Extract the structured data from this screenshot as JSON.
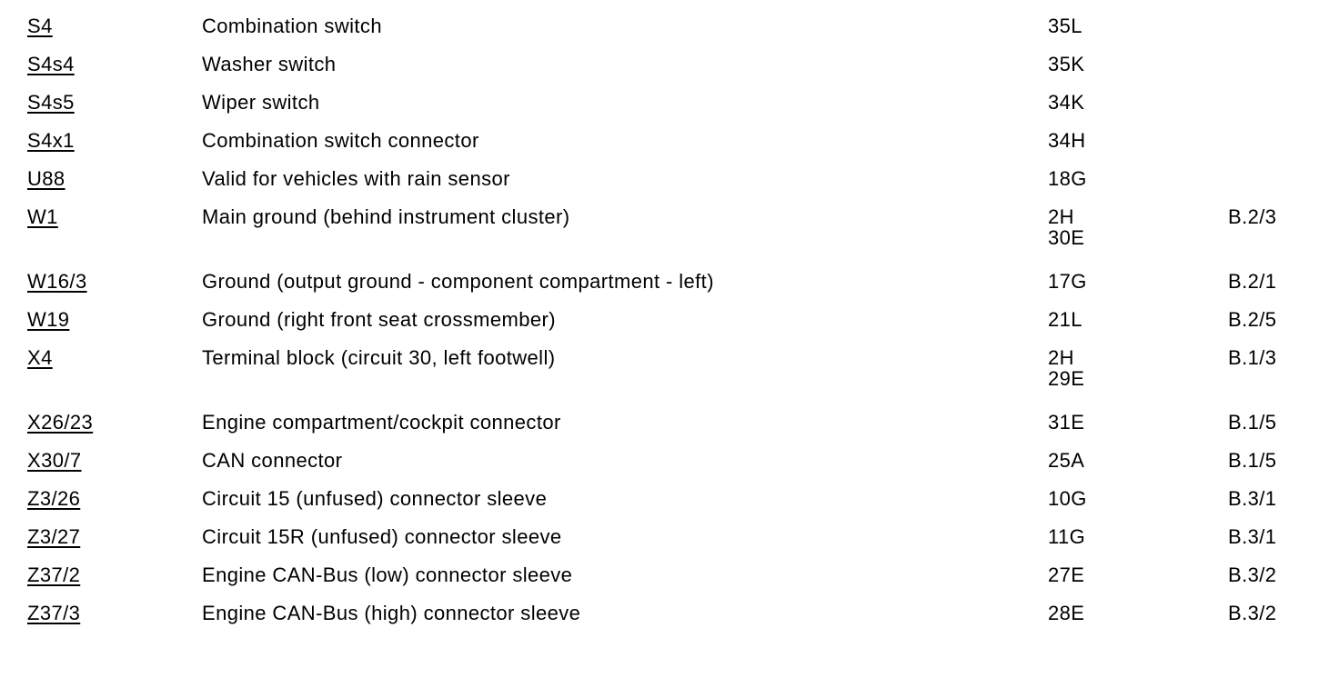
{
  "page": {
    "background_color": "#ffffff",
    "text_color": "#000000"
  },
  "legend": {
    "rows": [
      {
        "code": "S4",
        "description": "Combination switch",
        "location": "35L",
        "reference": ""
      },
      {
        "code": "S4s4",
        "description": "Washer switch",
        "location": "35K",
        "reference": ""
      },
      {
        "code": "S4s5",
        "description": "Wiper switch",
        "location": "34K",
        "reference": ""
      },
      {
        "code": "S4x1",
        "description": "Combination switch connector",
        "location": "34H",
        "reference": ""
      },
      {
        "code": "U88",
        "description": "Valid for vehicles with rain sensor",
        "location": "18G",
        "reference": ""
      },
      {
        "code": "W1",
        "description": "Main ground (behind instrument cluster)",
        "location": "2H\n30E",
        "reference": "B.2/3"
      },
      {
        "code": "W16/3",
        "description": "Ground (output ground - component compartment - left)",
        "location": "17G",
        "reference": "B.2/1"
      },
      {
        "code": "W19",
        "description": "Ground (right front seat crossmember)",
        "location": "21L",
        "reference": "B.2/5"
      },
      {
        "code": "X4",
        "description": "Terminal block (circuit 30, left footwell)",
        "location": "2H\n29E",
        "reference": "B.1/3"
      },
      {
        "code": "X26/23",
        "description": "Engine compartment/cockpit connector",
        "location": "31E",
        "reference": "B.1/5"
      },
      {
        "code": "X30/7",
        "description": "CAN connector",
        "location": "25A",
        "reference": "B.1/5"
      },
      {
        "code": "Z3/26",
        "description": "Circuit 15 (unfused) connector sleeve",
        "location": "10G",
        "reference": "B.3/1"
      },
      {
        "code": "Z3/27",
        "description": "Circuit 15R (unfused) connector sleeve",
        "location": "11G",
        "reference": "B.3/1"
      },
      {
        "code": "Z37/2",
        "description": "Engine CAN-Bus (low) connector sleeve",
        "location": "27E",
        "reference": "B.3/2"
      },
      {
        "code": "Z37/3",
        "description": "Engine CAN-Bus (high) connector sleeve",
        "location": "28E",
        "reference": "B.3/2"
      }
    ]
  }
}
